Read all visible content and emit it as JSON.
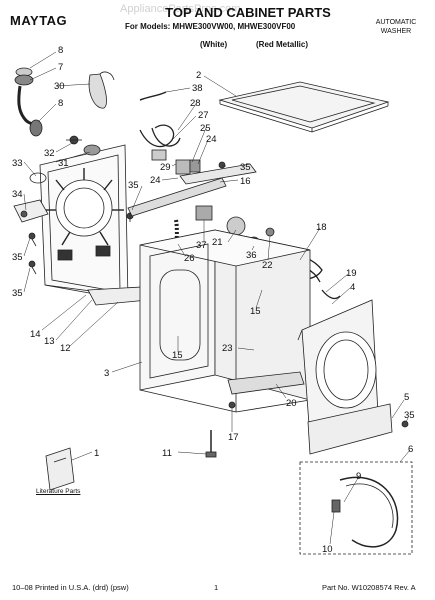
{
  "header": {
    "brand": "MAYTAG",
    "title": "TOP AND CABINET PARTS",
    "subtitle": "For Models: MHWE300VW00, MHWE300VF00",
    "variant_white": "(White)",
    "variant_red": "(Red Metallic)",
    "product_line1": "AUTOMATIC",
    "product_line2": "WASHER",
    "watermark": "AppliancePartsPros.com"
  },
  "literature_label": "Literature Parts",
  "footer": {
    "left": "10–08 Printed in U.S.A. (drd) (psw)",
    "center": "1",
    "right": "Part No. W10208574 Rev. A"
  },
  "callouts": {
    "c1": "8",
    "c2": "7",
    "c3": "30",
    "c4": "8",
    "c5": "32",
    "c6": "31",
    "c7": "33",
    "c8": "34",
    "c9": "35",
    "c10": "35",
    "c11": "14",
    "c12": "13",
    "c13": "12",
    "c14": "3",
    "c15": "1",
    "c16": "11",
    "c17": "2",
    "c18": "38",
    "c19": "28",
    "c20": "27",
    "c21": "25",
    "c22": "24",
    "c23": "29",
    "c24": "24",
    "c25": "35",
    "c26": "35",
    "c27": "16",
    "c28": "21",
    "c29": "37",
    "c30": "26",
    "c31": "36",
    "c32": "22",
    "c33": "15",
    "c34": "15",
    "c35": "18",
    "c36": "19",
    "c37": "4",
    "c38": "23",
    "c39": "20",
    "c40": "17",
    "c41": "5",
    "c42": "35",
    "c43": "6",
    "c44": "9",
    "c45": "10"
  }
}
